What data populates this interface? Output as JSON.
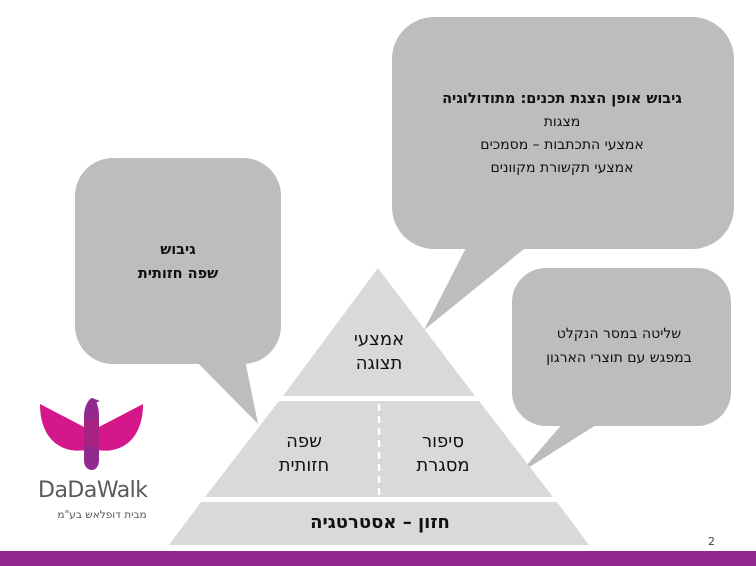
{
  "callouts": {
    "top": {
      "title": "גיבוש אופן הצגת תכנים: מתודולוגיה",
      "lines": [
        "מצגות",
        "אמצעי התכתבות – מסמכים",
        "אמצעי תקשורת מקוונים"
      ]
    },
    "left": {
      "lines": [
        "גיבוש",
        "שפה חזותית"
      ]
    },
    "right": {
      "lines": [
        "שליטה במסר הנקלט",
        "במפגש עם תוצרי הארגון"
      ]
    }
  },
  "pyramid": {
    "top": [
      "אמצעי",
      "תצוגה"
    ],
    "middle_left": [
      "שפה",
      "חזותית"
    ],
    "middle_right": [
      "סיפור",
      "מסגרת"
    ],
    "bottom": "חזון – אסטרטגיה"
  },
  "logo": {
    "name": "DaDaWalk",
    "tagline": "מבית דופלאש בע\"מ"
  },
  "page_number": "2",
  "colors": {
    "bubble": "#bdbdbd",
    "pyramid": "#d9d9d9",
    "brand_purple": "#91298e",
    "brand_magenta": "#d4178a",
    "logo_text": "#5a5a5a"
  }
}
